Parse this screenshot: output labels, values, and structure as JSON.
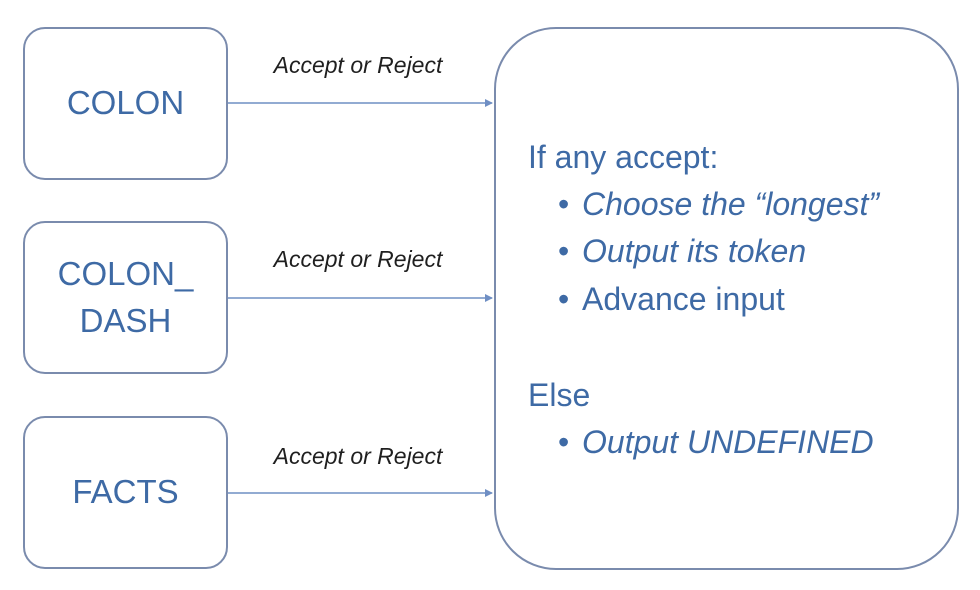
{
  "recognizers": [
    {
      "label": "COLON"
    },
    {
      "label_line1": "COLON_",
      "label_line2": "DASH"
    },
    {
      "label": "FACTS"
    }
  ],
  "edges": [
    {
      "label": "Accept or Reject"
    },
    {
      "label": "Accept or Reject"
    },
    {
      "label": "Accept or Reject"
    }
  ],
  "decision": {
    "if_heading": "If any accept:",
    "if_items": [
      {
        "text": "Choose the “longest”",
        "italic": true
      },
      {
        "text": "Output its token",
        "italic": true
      },
      {
        "text": "Advance input",
        "italic": false
      }
    ],
    "else_heading": "Else",
    "else_items": [
      {
        "text": "Output UNDEFINED",
        "italic": true
      }
    ],
    "bullet_glyph": "•"
  },
  "colors": {
    "text_blue": "#3e6aa5",
    "border": "#7a8bad",
    "arrow": "#6f8fc4"
  }
}
